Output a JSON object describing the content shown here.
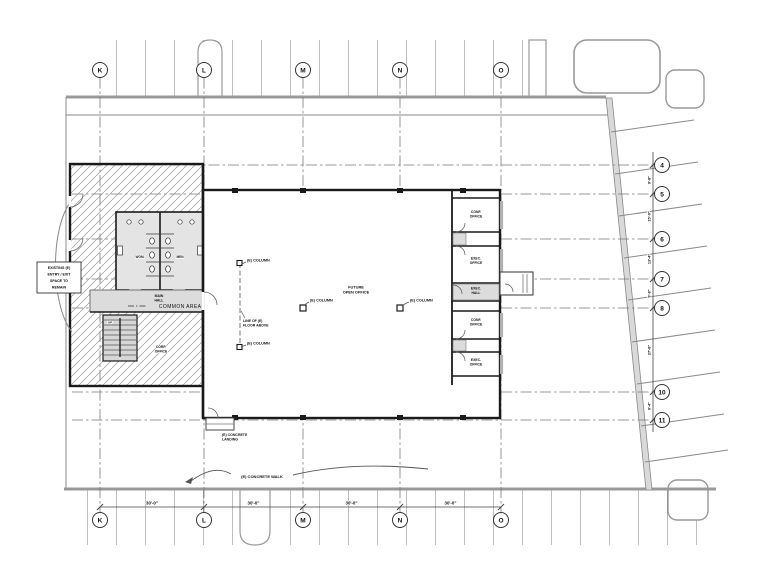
{
  "grid": {
    "columns": [
      "K",
      "L",
      "M",
      "N",
      "O"
    ],
    "rows": [
      "4",
      "5",
      "6",
      "7",
      "8",
      "10",
      "11"
    ]
  },
  "dimensions": {
    "bottom": [
      "30'-0\"",
      "30'-0\"",
      "30'-0\"",
      "30'-0\""
    ],
    "right": [
      "9'-8\"",
      "15'-0\"",
      "13'-4\"",
      "9'-8\"",
      "27'-8\"",
      "9'-4\""
    ]
  },
  "building": {
    "common_areas": "COMMON AREAS",
    "main_hall": [
      "MAIN",
      "HALL"
    ],
    "womens_restroom": "WOM.",
    "mens_restroom": "MEN",
    "stair_up": "UP",
    "corp_office": [
      "CORP.",
      "OFFICE"
    ],
    "open_office": [
      "FUTURE",
      "OPEN OFFICE"
    ],
    "offices": {
      "office_1": [
        "CONF.",
        "OFFICE"
      ],
      "office_2": [
        "EXEC.",
        "OFFICE"
      ],
      "hall": [
        "EXEC.",
        "HALL"
      ],
      "office_3": [
        "CONF.",
        "OFFICE"
      ],
      "office_4": [
        "EXEC.",
        "OFFICE"
      ]
    }
  },
  "annotations": {
    "column": "(E) COLUMN",
    "floor_above": [
      "LINE OF (E)",
      "FLOOR ABOVE"
    ],
    "concrete_walk": "(E) CONCRETE WALK",
    "concrete_landing": [
      "(E) CONCRETE",
      "LANDING"
    ],
    "existing_note": [
      "EXISTING (E)",
      "ENTRY / EXIT",
      "SPACE TO",
      "REMAIN"
    ]
  },
  "colors": {
    "wall": "#1a1a1a",
    "grid_line": "#7a7a7a",
    "parking_line": "#8a8a8a",
    "poche_gray": "#dcdcdc",
    "hatch_gray": "#9a9a9a"
  }
}
